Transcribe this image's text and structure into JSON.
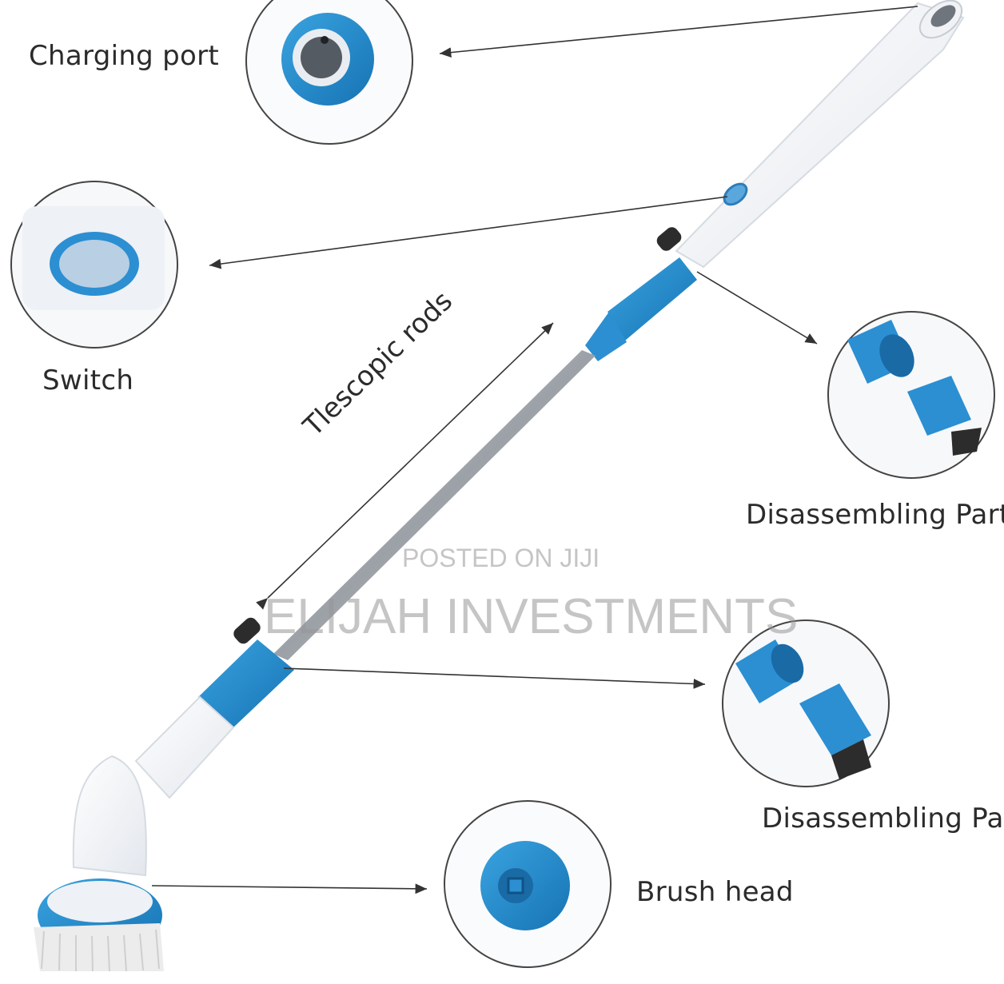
{
  "labels": {
    "charging_port": "Charging port",
    "switch": "Switch",
    "telescopic_rods": "Tlescopic rods",
    "disassembling_part_1": "Disassembling Part",
    "disassembling_part_2": "Disassembling Par",
    "brush_head": "Brush head"
  },
  "watermark": {
    "line1": "POSTED ON JIJI",
    "line2": "ELIJAH INVESTMENTS"
  },
  "colors": {
    "accent_blue": "#1f86c8",
    "body_white": "#f4f6f9",
    "steel": "#a9adb3",
    "label_text": "#2b2b2b"
  }
}
